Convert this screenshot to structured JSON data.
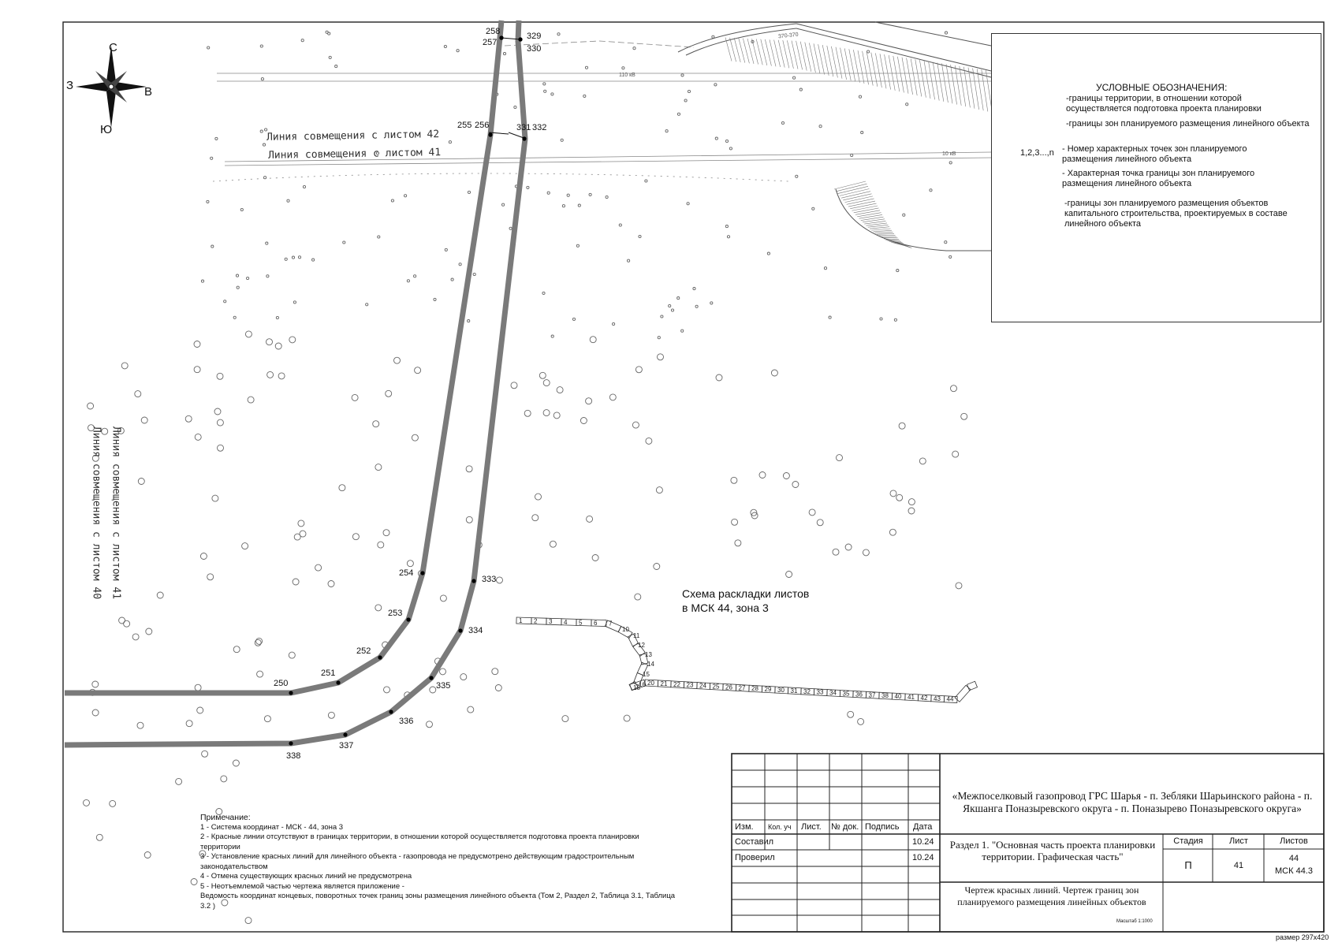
{
  "compass": {
    "north": "С",
    "south": "Ю",
    "west": "З",
    "east": "В"
  },
  "map_labels": {
    "combine_42": "Линия совмещения с листом 42",
    "combine_41_top": "Линия совмещения с листом 41",
    "combine_41_side": "Линия совмещения с листом 41",
    "combine_40_side": "Линия совмещения с листом 40",
    "scheme_title_1": "Схема раскладки листов",
    "scheme_title_2": "в МСК 44, зона 3",
    "road_label": "370-370",
    "power_110": "110 кВ",
    "power_10": "10 кВ"
  },
  "point_labels": [
    "258",
    "257",
    "329",
    "330",
    "255",
    "256",
    "331",
    "332",
    "254",
    "253",
    "252",
    "251",
    "250",
    "333",
    "334",
    "335",
    "336",
    "337",
    "338"
  ],
  "scheme_sheets": [
    "1",
    "2",
    "3",
    "4",
    "5",
    "6",
    "7",
    "10",
    "11",
    "12",
    "13",
    "14",
    "15",
    "16",
    "18",
    "20",
    "21",
    "22",
    "23",
    "24",
    "25",
    "26",
    "27",
    "28",
    "29",
    "30",
    "31",
    "32",
    "33",
    "34",
    "35",
    "36",
    "37",
    "38",
    "40",
    "41",
    "42",
    "43",
    "44"
  ],
  "legend": {
    "title": "УСЛОВНЫЕ ОБОЗНАЧЕНИЯ:",
    "item1": "-границы территории, в отношении которой осуществляется подготовка проекта планировки",
    "item2": "-границы зон планируемого размещения линейного объекта",
    "item3_key": "1,2,3...,n",
    "item3": "- Номер характерных точек зон планируемого размещения линейного объекта",
    "item4": "- Характерная точка границы зон планируемого размещения линейного объекта",
    "item5": "-границы зон планируемого размещения объектов капитального строительства, проектируемых в составе линейного объекта"
  },
  "notes": {
    "title": "Примечание:",
    "n1": "1 - Система координат - МСК - 44, зона 3",
    "n2": "2 - Красные линии отсутствуют в границах территории, в отношении которой осуществляется подготовка проекта планировки территории",
    "n3": "3 - Установление красных линий для линейного объекта - газопровода не предусмотрено действующим градостроительным законодательством",
    "n4": "4 - Отмена существующих красных линий не предусмотрена",
    "n5": "5 - Неотъемлемой частью чертежа является приложение -",
    "n6": "Ведомость координат концевых, поворотных точек границ зоны размещения линейного объекта (Том 2, Раздел 2, Таблица 3.1, Таблица 3.2 )"
  },
  "title_block": {
    "headers": [
      "Изм.",
      "Кол. уч",
      "Лист.",
      "№ док.",
      "Подпись",
      "Дата"
    ],
    "compiled": "Составил",
    "checked": "Проверил",
    "date1": "10.24",
    "date2": "10.24",
    "project": "«Межпоселковый газопровод ГРС Шарья - п. Зебляки Шарьинского района - п. Якшанга Поназыревского округа - п. Поназырево Поназыревского округа»",
    "section": "Раздел 1. \"Основная часть проекта планировки территории. Графическая часть\"",
    "stage_h": "Стадия",
    "sheet_h": "Лист",
    "sheets_h": "Листов",
    "stage": "П",
    "sheet": "41",
    "sheets": "44",
    "code": "МСК 44.3",
    "drawing_title": "Чертеж красных линий. Чертеж границ зон планируемого размещения линейных объектов",
    "scale": "Масштаб 1:1000"
  },
  "paper_size": "размер 297х420",
  "colors": {
    "boundary": "#7a7a7a",
    "frame": "#222222",
    "point": "#000000"
  }
}
